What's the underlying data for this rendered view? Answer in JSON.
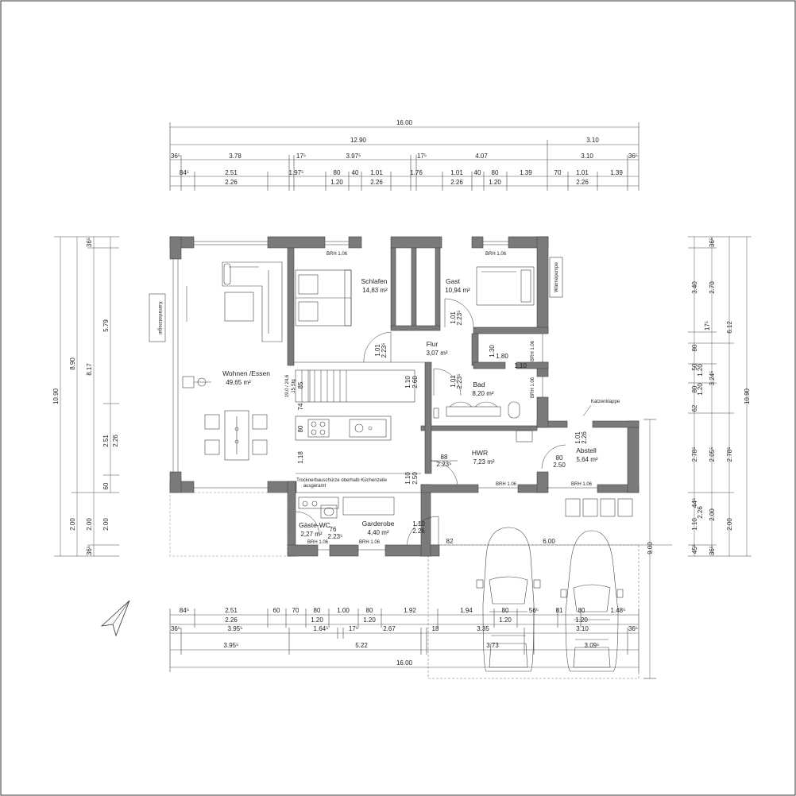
{
  "rooms": [
    {
      "name": "Wohnen /Essen",
      "area": "49,65 m²"
    },
    {
      "name": "Schlafen",
      "area": "14,83 m²"
    },
    {
      "name": "Gast",
      "area": "10,94 m²"
    },
    {
      "name": "Flur",
      "area": "3,07 m²"
    },
    {
      "name": "Bad",
      "area": "8,20 m²"
    },
    {
      "name": "HWR",
      "area": "7,23 m²"
    },
    {
      "name": "Abstell",
      "area": "5,64 m²"
    },
    {
      "name": "Gäste-WC",
      "area": "2,27 m²"
    },
    {
      "name": "Garderobe",
      "area": "4,40 m²"
    }
  ],
  "labels": {
    "kamin": "Kaminholzregal",
    "waerme": "Wärmepumpe",
    "katzen": "Katzenklappe",
    "trockner": "Trocknerbauschürze oberhalb Küchenzeile",
    "trockner2": "ausgeramt",
    "stair1": "19,0 / 24,6",
    "stair2": "15 Stg",
    "brh": "BRH 1.06"
  },
  "dims_top": {
    "row1": [
      "16.00"
    ],
    "row2": [
      "12.90",
      "3.10"
    ],
    "row3": [
      "36⁵",
      "3.78",
      "17⁵",
      "3.97⁵",
      "17⁵",
      "4.07",
      "3.10",
      "36⁵"
    ],
    "row4": [
      "84⁵",
      "2.51",
      "1.97⁵",
      "80",
      "40",
      "1.01",
      "1.76",
      "1.01",
      "40",
      "80",
      "1.39",
      "70",
      "1.01",
      "1.39"
    ],
    "row5": [
      "2.26",
      "1.20",
      "2.26",
      "2.26",
      "1.20",
      "2.26"
    ]
  },
  "dims_bottom": {
    "row1": [
      "84⁵",
      "2.51",
      "60",
      "70",
      "80",
      "1.00",
      "80",
      "1.92",
      "1.94",
      "80",
      "56⁵",
      "81",
      "80",
      "1.48⁵"
    ],
    "row2": [
      "2.26",
      "1.20",
      "1.20",
      "1.20",
      "1.20"
    ],
    "row3": [
      "36⁵",
      "3.95⁵",
      "1.64⁵",
      "17⁵",
      "2.67",
      "18",
      "3.35",
      "3.10",
      "36⁵"
    ],
    "row4": [
      "3.95⁵",
      "5.22",
      "3.73",
      "3.09⁵"
    ],
    "row5": [
      "16.00"
    ]
  },
  "dims_left": {
    "outer": [
      "10.90"
    ],
    "mid": [
      "8.90",
      "2.00"
    ],
    "inner": [
      "36⁵",
      "8.17",
      "2.00",
      "36⁵"
    ],
    "innermost": [
      "5.79",
      "2.51",
      "2.26",
      "60",
      "2.00"
    ]
  },
  "dims_right": {
    "outer": [
      "10.90"
    ],
    "mid": [
      "6.12",
      "2.78⁵",
      "2.00"
    ],
    "inner": [
      "36⁵",
      "3.40",
      "2.70",
      "17⁵",
      "80",
      "1.20",
      "50",
      "3.24⁵",
      "80",
      "1.20",
      "62",
      "2.78⁵",
      "2.05⁵",
      "44⁵",
      "1.10",
      "2.26",
      "2.00",
      "45⁵",
      "36⁵"
    ]
  },
  "interior_dims": {
    "gast_h": "1.80",
    "gast_b": "1.10",
    "gast_v": "1.30",
    "flur_door1": "1.01",
    "flur_door1b": "2.23⁵",
    "flur_door2": "1.10",
    "flur_door2b": "2.60",
    "bad_door": "1.01",
    "bad_door_b": "2.23⁵",
    "gast_door": "1.01",
    "gast_door_b": "2.23⁵",
    "hwr_door": "88",
    "hwr_door_b": "2.23⁵",
    "flur3": "1.10",
    "flur3b": "2.50",
    "abstell_door": "80",
    "abstell_door_b": "2.50",
    "abstell_v": "1.01",
    "abstell_vb": "2.26",
    "gard_door": "1.10",
    "gard_door_b": "2.26",
    "wc_door": "76",
    "wc_door_b": "2.23⁵",
    "garage_w": "6.00",
    "garage_h": "9.00",
    "garage_gap": "82",
    "kitchen_85": "85",
    "kitchen_74": "74",
    "kitchen_80": "80",
    "kitchen_118": "1.18"
  }
}
